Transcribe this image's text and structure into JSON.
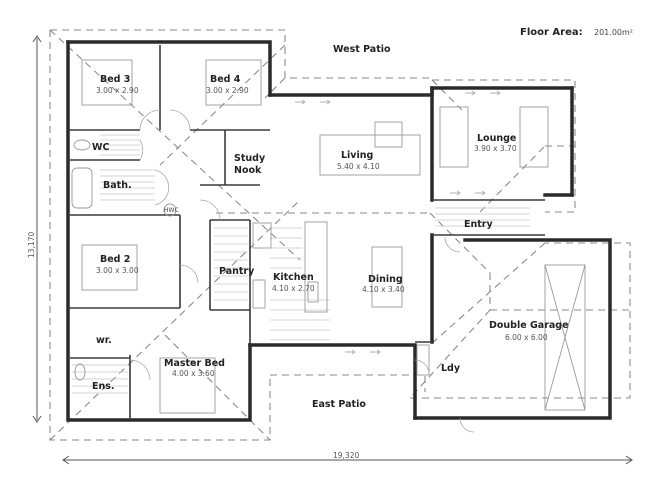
{
  "header": {
    "floor_area_label": "Floor Area:",
    "floor_area_value": "201.00m²"
  },
  "dimensions": {
    "overall_width": "19,320",
    "overall_depth": "13,170"
  },
  "rooms": {
    "bed3": {
      "name": "Bed 3",
      "size": "3.00 x 2.90"
    },
    "bed4": {
      "name": "Bed 4",
      "size": "3.00 x 2.90"
    },
    "wc": {
      "name": "WC"
    },
    "bath": {
      "name": "Bath."
    },
    "hwc": {
      "name": "HWC"
    },
    "study": {
      "name_line1": "Study",
      "name_line2": "Nook"
    },
    "living": {
      "name": "Living",
      "size": "5.40 x 4.10"
    },
    "lounge": {
      "name": "Lounge",
      "size": "3.90 x 3.70"
    },
    "entry": {
      "name": "Entry"
    },
    "bed2": {
      "name": "Bed 2",
      "size": "3.00 x 3.00"
    },
    "pantry": {
      "name": "Pantry"
    },
    "kitchen": {
      "name": "Kitchen",
      "size": "4.10 x 2.70"
    },
    "dining": {
      "name": "Dining",
      "size": "4.10 x 3.40"
    },
    "garage": {
      "name": "Double Garage",
      "size": "6.00 x 6.00"
    },
    "wardrobe": {
      "name": "wr."
    },
    "ensuite": {
      "name": "Ens."
    },
    "master": {
      "name": "Master Bed",
      "size": "4.00 x 3.60"
    },
    "laundry": {
      "name": "Ldy"
    }
  },
  "outdoor": {
    "west_patio": "West Patio",
    "east_patio": "East Patio"
  },
  "colors": {
    "wall": "#2a2a2a",
    "dashed_roofline": "#8a8a8a",
    "fixture": "#9a9a9a",
    "background": "#ffffff"
  }
}
